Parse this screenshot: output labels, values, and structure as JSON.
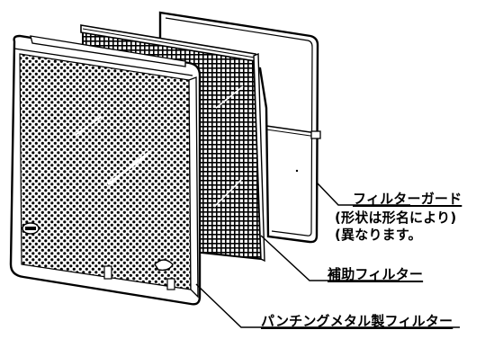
{
  "labels": {
    "filter_guard": {
      "title": "フィルターガード",
      "note_line1": "(形状は形名により)",
      "note_line2": "(異なります。"
    },
    "auxiliary_filter": "補助フィルター",
    "punching_metal_filter": "パンチングメタル製フィルター"
  },
  "colors": {
    "ink": "#000000",
    "paper": "#ffffff"
  }
}
